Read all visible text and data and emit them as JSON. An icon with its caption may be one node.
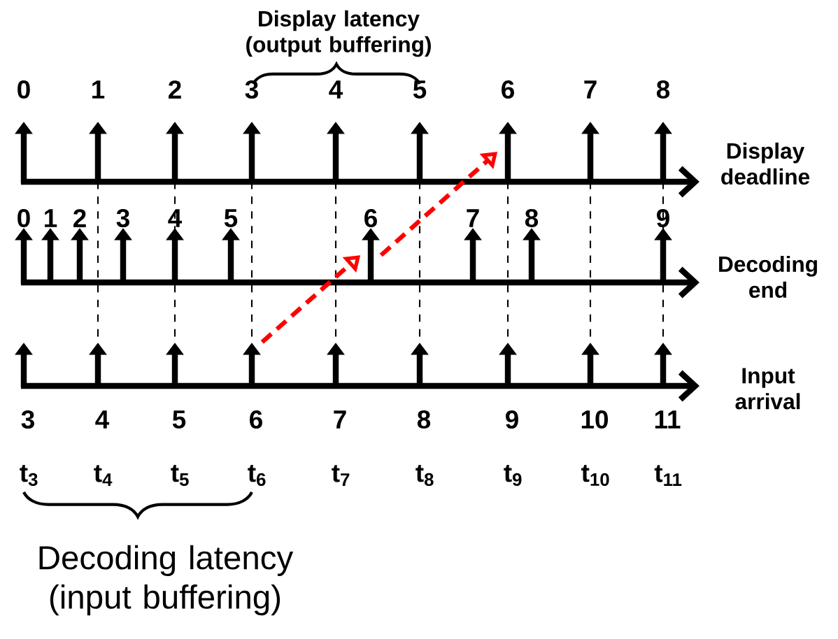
{
  "diagram": {
    "nodes": [
      {
        "text": [],
        "shape": "bar"
      },
      {
        "text": [],
        "shape": "bar"
      },
      {
        "text": [],
        "shape": "bar"
      }
    ],
    "edges": [
      {
        "from": 0,
        "to": 1,
        "arrow": "to",
        "style": "dashed",
        "color": "#ff0000"
      },
      {
        "from": 1,
        "to": 2,
        "arrow": "to",
        "style": "dashed",
        "color": "#ff0000"
      }
    ],
    "labels": [
      "Display latency (output buffering)",
      "0",
      "1",
      "2",
      "3",
      "4",
      "5",
      "6",
      "7",
      "8",
      "Display deadline",
      "0",
      "1",
      "2",
      "3",
      "4",
      "5",
      "6",
      "7",
      "8",
      "9",
      "Decoding end",
      "Input arrival",
      "3",
      "4",
      "5",
      "6",
      "7",
      "8",
      "9",
      "10",
      "11",
      "t$_{3}$",
      "t$_{4}$",
      "t$_{5}$",
      "t$_{6}$",
      "t$_{7}$",
      "t$_{8}$",
      "t$_{9}$",
      "t$_{10}$",
      "t$_{11}$",
      "Decoding latency (input buffering)"
    ]
  }
}
